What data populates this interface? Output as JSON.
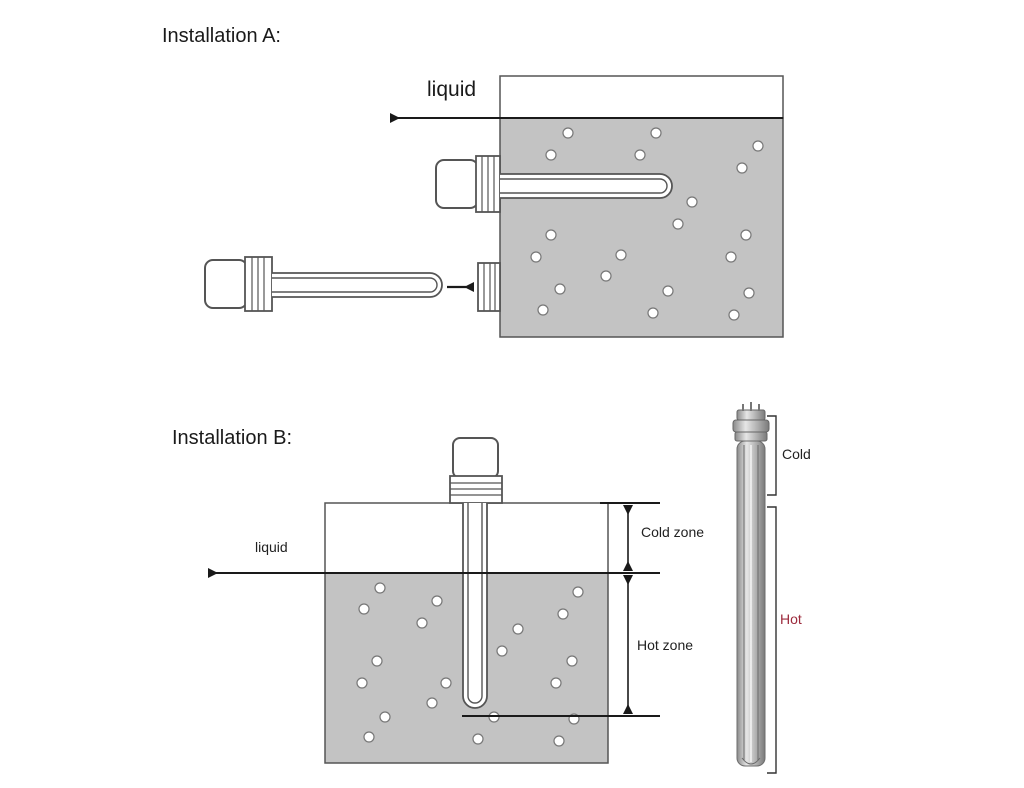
{
  "installation_a": {
    "title": "Installation A:",
    "liquid_label": "liquid"
  },
  "installation_b": {
    "title": "Installation B:",
    "liquid_label": "liquid",
    "cold_zone_label": "Cold zone",
    "hot_zone_label": "Hot zone"
  },
  "photo": {
    "cold_label": "Cold",
    "hot_label": "Hot"
  },
  "colors": {
    "liquid_fill": "#c3c3c3",
    "outline": "#555555",
    "hot_text": "#9c2a3c",
    "text": "#1a1a1a"
  }
}
